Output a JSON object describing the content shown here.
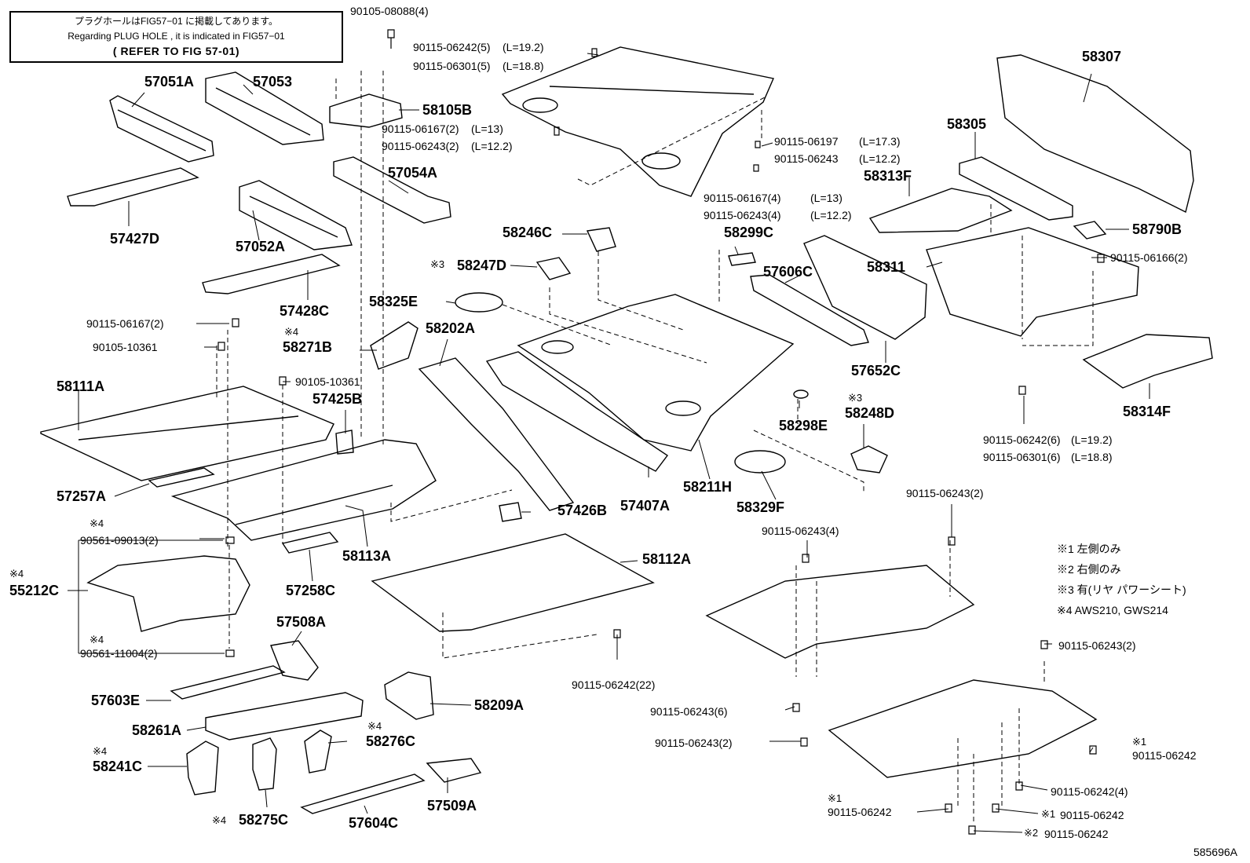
{
  "note": {
    "line1": "プラグホールはFIG57−01 に掲載してあります。",
    "line2": "Regarding PLUG HOLE , it is indicated in FIG57−01",
    "line3": "( REFER TO FIG 57-01)"
  },
  "figure_id": "585696A",
  "parts": {
    "p57051A": "57051A",
    "p57053": "57053",
    "p57427D": "57427D",
    "p57052A": "57052A",
    "p57054A": "57054A",
    "p57428C": "57428C",
    "p58105B": "58105B",
    "p58111A": "58111A",
    "p57425B": "57425B",
    "p57257A": "57257A",
    "p58113A": "58113A",
    "p57258C": "57258C",
    "p55212C": "55212C",
    "p57508A": "57508A",
    "p57603E": "57603E",
    "p58261A": "58261A",
    "p58209A": "58209A",
    "p58241C": "58241C",
    "p58276C": "58276C",
    "p58275C": "58275C",
    "p57604C": "57604C",
    "p57509A": "57509A",
    "p58271B": "58271B",
    "p58202A": "58202A",
    "p58325E": "58325E",
    "p58247D": "58247D",
    "p58246C": "58246C",
    "p57407A": "57407A",
    "p58211H": "58211H",
    "p58329F": "58329F",
    "p57426B": "57426B",
    "p58112A": "58112A",
    "p58299C": "58299C",
    "p57606C": "57606C",
    "p58298E": "58298E",
    "p58248D": "58248D",
    "p57652C": "57652C",
    "p58307": "58307",
    "p58305": "58305",
    "p58313F": "58313F",
    "p58790B": "58790B",
    "p58311": "58311",
    "p58314F": "58314F"
  },
  "fasteners": {
    "f1": "90105-08088(4)",
    "f2": "90115-06242(5)",
    "f2l": "(L=19.2)",
    "f3": "90115-06301(5)",
    "f3l": "(L=18.8)",
    "f4": "90115-06167(2)",
    "f4l": "(L=13)",
    "f5": "90115-06243(2)",
    "f5l": "(L=12.2)",
    "f6": "90115-06197",
    "f6l": "(L=17.3)",
    "f7": "90115-06243",
    "f7l": "(L=12.2)",
    "f8": "90115-06167(4)",
    "f8l": "(L=13)",
    "f9": "90115-06243(4)",
    "f9l": "(L=12.2)",
    "f10": "90115-06166(2)",
    "f11": "90115-06167(2)",
    "f12": "90105-10361",
    "f13": "90105-10361",
    "f14": "90561-09013(2)",
    "f15": "90561-11004(2)",
    "f16": "90115-06242(22)",
    "f17": "90115-06242(6)",
    "f17l": "(L=19.2)",
    "f18": "90115-06301(6)",
    "f18l": "(L=18.8)",
    "f19": "90115-06243(2)",
    "f20": "90115-06243(4)",
    "f21": "90115-06243(2)",
    "f22": "90115-06243(6)",
    "f23": "90115-06243(2)",
    "f24": "90115-06242",
    "f25": "90115-06242(4)",
    "f26": "90115-06242",
    "f27": "90115-06242",
    "f28": "90115-06242"
  },
  "marks": {
    "m1": "※1",
    "m2": "※2",
    "m3": "※3",
    "m4": "※4"
  },
  "legend": {
    "l1": "※1 左側のみ",
    "l2": "※2 右側のみ",
    "l3": "※3 有(リヤ パワーシート)",
    "l4": "※4 AWS210, GWS214"
  }
}
